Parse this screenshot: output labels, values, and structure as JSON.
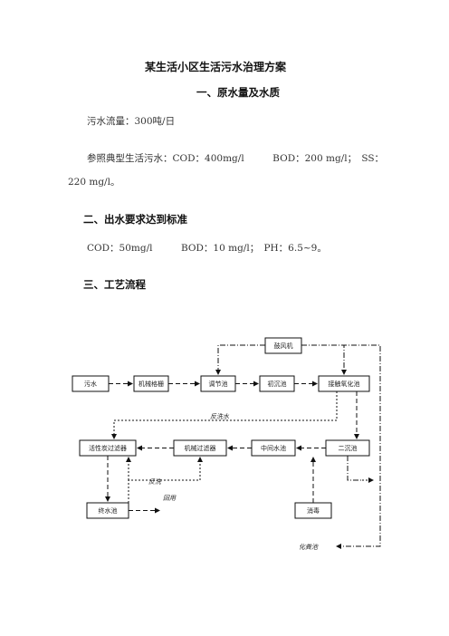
{
  "doc": {
    "title": "某生活小区生活污水治理方案",
    "sec1_heading": "一、原水量及水质",
    "flow_text": "污水流量：300吨/日",
    "quality_line1": "参照典型生活污水：COD：400mg/l　　　BOD：200 mg/l；　SS：",
    "quality_line2": "220 mg/l。",
    "sec2_heading": "二、出水要求达到标准",
    "standard_text": "COD：50mg/l　　　BOD：10 mg/l；　PH：6.5~9。",
    "sec3_heading": "三、工艺流程"
  },
  "diagram": {
    "blower": "鼓风机",
    "sewage": "污水",
    "screen": "机械格栅",
    "equalization": "调节池",
    "primary": "初沉池",
    "contact_oxidation": "接触氧化池",
    "carbon_filter": "活性炭过滤器",
    "mech_filter": "机械过滤器",
    "intermediate": "中间水池",
    "secondary": "二沉池",
    "final_tank": "终水池",
    "disinfection": "消毒",
    "septic": "化粪池",
    "backwash_water": "反洗水",
    "backwash": "反洗",
    "reuse": "回用"
  }
}
